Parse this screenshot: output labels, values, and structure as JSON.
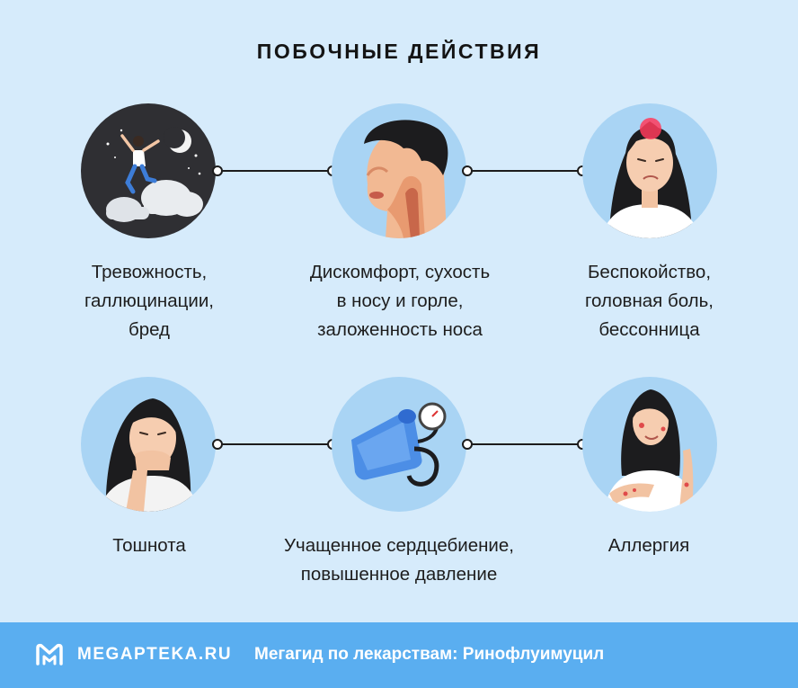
{
  "title": "ПОБОЧНЫЕ ДЕЙСТВИЯ",
  "effects": [
    {
      "caption": "Тревожность,\nгаллюцинации,\nбред",
      "icon": "dreaming-person-icon"
    },
    {
      "caption": "Дискомфорт, сухость\nв носу и горле,\nзаложенность носа",
      "icon": "nose-throat-icon"
    },
    {
      "caption": "Беспокойство,\nголовная боль,\nбессонница",
      "icon": "headache-woman-icon"
    },
    {
      "caption": "Тошнота",
      "icon": "nausea-woman-icon"
    },
    {
      "caption": "Учащенное сердцебиение,\nповышенное давление",
      "icon": "blood-pressure-monitor-icon"
    },
    {
      "caption": "Аллергия",
      "icon": "allergy-woman-icon"
    }
  ],
  "footer": {
    "brand": "MEGAPTEKA.RU",
    "tagline": "Мегагид по лекарствам: Ринофлуимуцил",
    "color": "#5aaef0"
  },
  "colors": {
    "background": "#d6ebfb",
    "circle": "#a9d4f4",
    "circle_dark": "#2f2f33"
  }
}
